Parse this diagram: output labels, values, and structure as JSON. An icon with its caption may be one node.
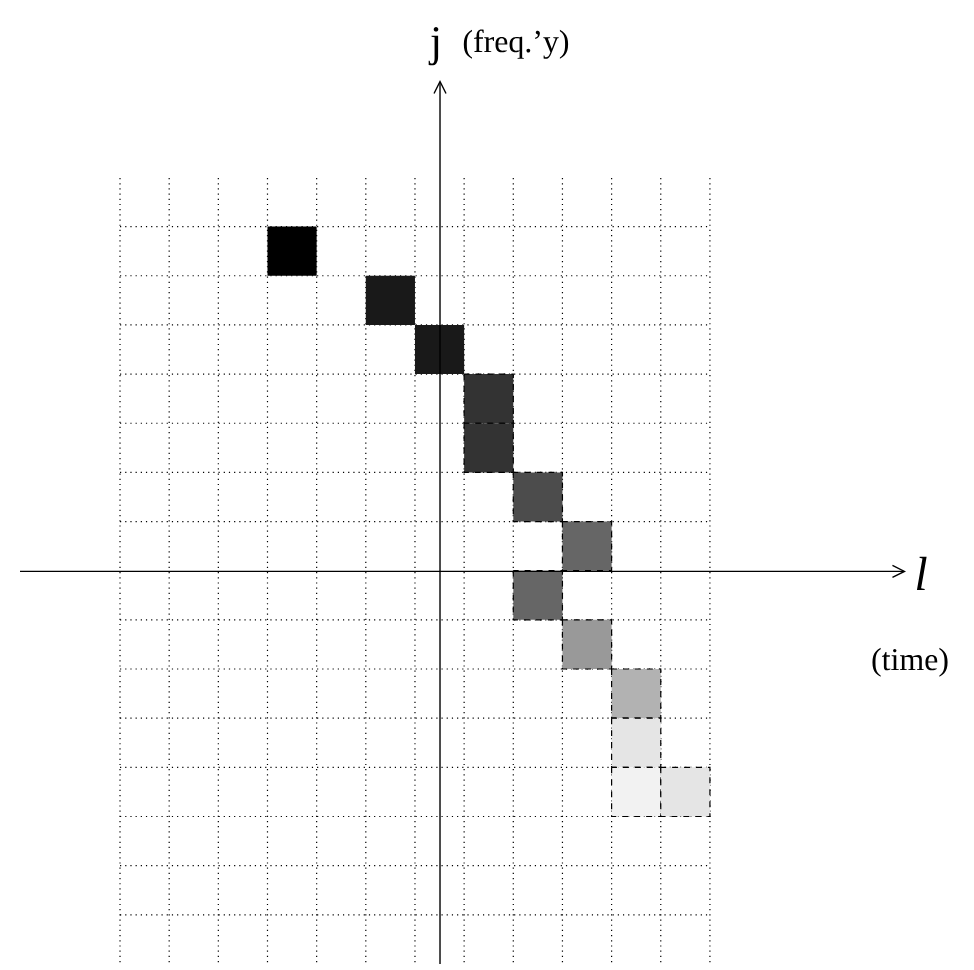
{
  "diagram": {
    "labels": [
      "j",
      "(freq.’y)",
      "l",
      "(time)"
    ]
  }
}
